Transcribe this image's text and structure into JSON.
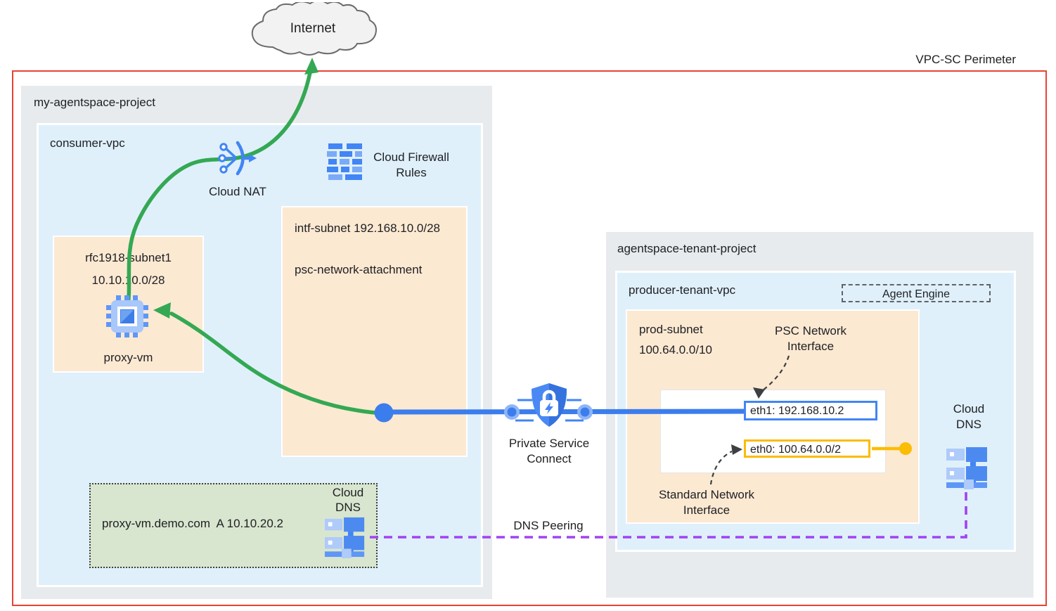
{
  "title": {
    "vpc_sc_perimeter": "VPC-SC Perimeter"
  },
  "internet": {
    "label": "Internet"
  },
  "consumer_project": {
    "label": "my-agentspace-project",
    "vpc": {
      "label": "consumer-vpc"
    },
    "cloud_nat": {
      "label": "Cloud NAT"
    },
    "firewall": {
      "label_line1": "Cloud Firewall",
      "label_line2": "Rules"
    },
    "intf_subnet": {
      "title": "intf-subnet 192.168.10.0/28",
      "attachment": "psc-network-attachment"
    },
    "rfc1918_subnet": {
      "name": "rfc1918-subnet1",
      "cidr": "10.10.10.0/28",
      "vm": "proxy-vm"
    },
    "dns": {
      "record": "proxy-vm.demo.com  A 10.10.20.2",
      "label_line1": "Cloud",
      "label_line2": "DNS"
    }
  },
  "psc": {
    "label_line1": "Private Service",
    "label_line2": "Connect"
  },
  "dns_peering": {
    "label": "DNS Peering"
  },
  "tenant_project": {
    "label": "agentspace-tenant-project",
    "vpc": {
      "label": "producer-tenant-vpc"
    },
    "agent_engine": {
      "label": "Agent Engine"
    },
    "prod_subnet": {
      "name": "prod-subnet",
      "cidr": "100.64.0.0/10"
    },
    "psc_nic": {
      "label_line1": "PSC Network",
      "label_line2": "Interface",
      "value": "eth1: 192.168.10.2"
    },
    "standard_nic": {
      "label_line1": "Standard Network",
      "label_line2": "Interface",
      "value": "eth0: 100.64.0.0/2"
    },
    "dns": {
      "label_line1": "Cloud",
      "label_line2": "DNS"
    }
  },
  "colors": {
    "perimeter_red": "#E94335",
    "project_gray": "#E8EBED",
    "vpc_blue": "#DFF0FB",
    "subnet_peach": "#FCE9D2",
    "dns_green": "#D9E6CF",
    "line_green": "#34A853",
    "line_blue": "#3B7DED",
    "line_purple": "#A142F4",
    "line_yellow": "#FBBC04",
    "icon_blue": "#4285F4"
  }
}
